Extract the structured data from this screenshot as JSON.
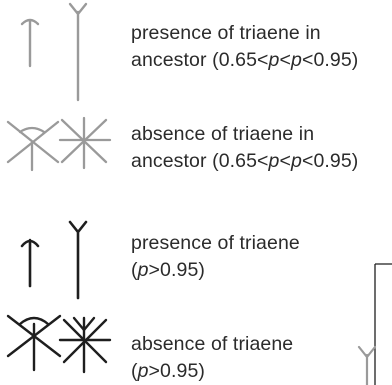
{
  "legend": [
    {
      "line1": "presence of triaene in",
      "line2_pre": "ancestor (0.65<",
      "line2_var": "p",
      "line2_mid": "<",
      "line2_var2": "p",
      "line2_post": "<0.95)"
    },
    {
      "line1": "absence of triaene in",
      "line2_pre": "ancestor (0.65<",
      "line2_var": "p",
      "line2_mid": "<",
      "line2_var2": "p",
      "line2_post": "<0.95)"
    },
    {
      "line1": "presence of triaene",
      "line2_pre": "(",
      "line2_var": "p",
      "line2_post": ">0.95)"
    },
    {
      "line1": "absence of triaene",
      "line2_pre": "(",
      "line2_var": "p",
      "line2_post": ">0.95)"
    }
  ],
  "colors": {
    "uncertain": "#9a9a9a",
    "certain": "#1e1e1e"
  }
}
